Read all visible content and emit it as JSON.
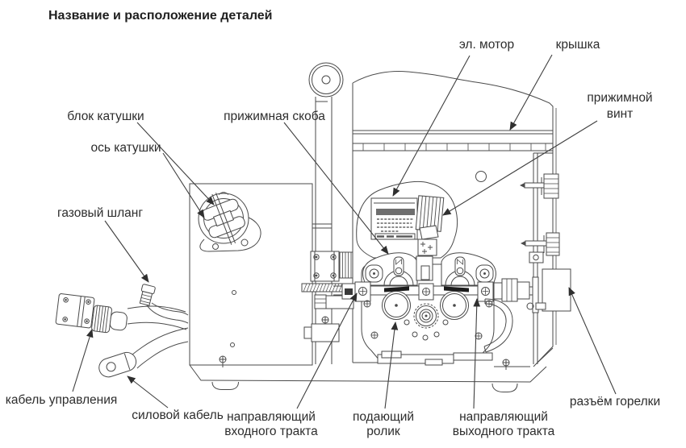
{
  "title": "Название и расположение деталей",
  "colors": {
    "line": "#4a4a4a",
    "text": "#2d2d2d",
    "arrow": "#2f2f2f"
  },
  "labels": {
    "el_motor": {
      "text": "эл. мотор"
    },
    "cover": {
      "text": "крышка"
    },
    "pressure_screw": {
      "line1": "прижимной",
      "line2": "винт"
    },
    "spool_block": {
      "text": "блок катушки"
    },
    "spool_axis": {
      "text": "ось катушки"
    },
    "pressure_bracket": {
      "text": "прижимная скоба"
    },
    "gas_hose": {
      "text": "газовый шланг"
    },
    "control_cable": {
      "text": "кабель управления"
    },
    "power_cable": {
      "text": "силовой кабель"
    },
    "inlet_guide": {
      "line1": "направляющий",
      "line2": "входного тракта"
    },
    "feed_roller": {
      "line1": "подающий",
      "line2": "ролик"
    },
    "outlet_guide": {
      "line1": "направляющий",
      "line2": "выходного тракта"
    },
    "torch_connector": {
      "text": "разъём горелки"
    }
  }
}
